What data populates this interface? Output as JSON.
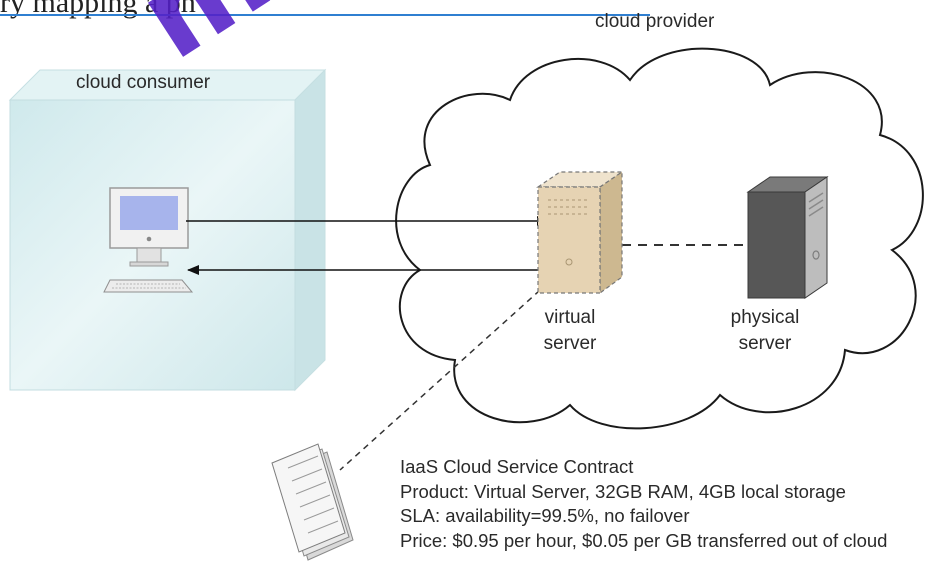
{
  "header_fragment": "ry mapping a ph",
  "watermark": "mu",
  "labels": {
    "cloud_consumer": "cloud consumer",
    "cloud_provider": "cloud provider",
    "virtual_server": [
      "virtual",
      "server"
    ],
    "physical_server": [
      "physical",
      "server"
    ]
  },
  "contract": {
    "title": "IaaS Cloud Service Contract",
    "product": "Product: Virtual Server, 32GB RAM, 4GB local storage",
    "sla": "SLA: availability=99.5%, no failover",
    "price": "Price: $0.95 per hour, $0.05 per GB transferred out of cloud"
  },
  "colors": {
    "watermark": "#5520c8",
    "underline": "#2f7fd1",
    "consumer_box": "#d6eef0",
    "virtual_server": "#e6d3b3",
    "physical_server": "#555555",
    "monitor_screen": "#a7b4ec"
  }
}
